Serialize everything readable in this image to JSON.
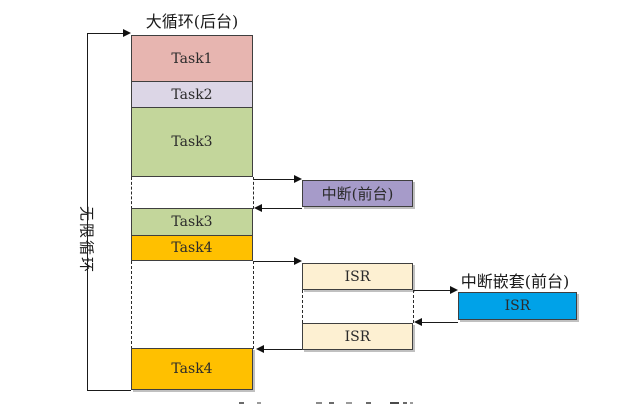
{
  "diagram": {
    "title": "大循环(后台)",
    "loop_label": "无限循环",
    "nested_title": "中断嵌套(前台)",
    "tasks": [
      {
        "id": "task1",
        "label": "Task1",
        "color": "#e7b5b0"
      },
      {
        "id": "task2",
        "label": "Task2",
        "color": "#dcd6e6"
      },
      {
        "id": "task3-run1",
        "label": "Task3",
        "color": "#c3d69b"
      },
      {
        "id": "task3-run2",
        "label": "Task3",
        "color": "#c3d69b"
      },
      {
        "id": "task4-run1",
        "label": "Task4",
        "color": "#ffc000"
      },
      {
        "id": "task4-run2",
        "label": "Task4",
        "color": "#ffc000"
      }
    ],
    "interrupt": {
      "label": "中断(前台)",
      "color": "#a69bc9"
    },
    "isr_boxes": [
      {
        "label": "ISR",
        "color": "#fdf0d2"
      },
      {
        "label": "ISR",
        "color": "#fdf0d2"
      }
    ],
    "nested_isr": {
      "label": "ISR",
      "color": "#00a2e8"
    }
  }
}
